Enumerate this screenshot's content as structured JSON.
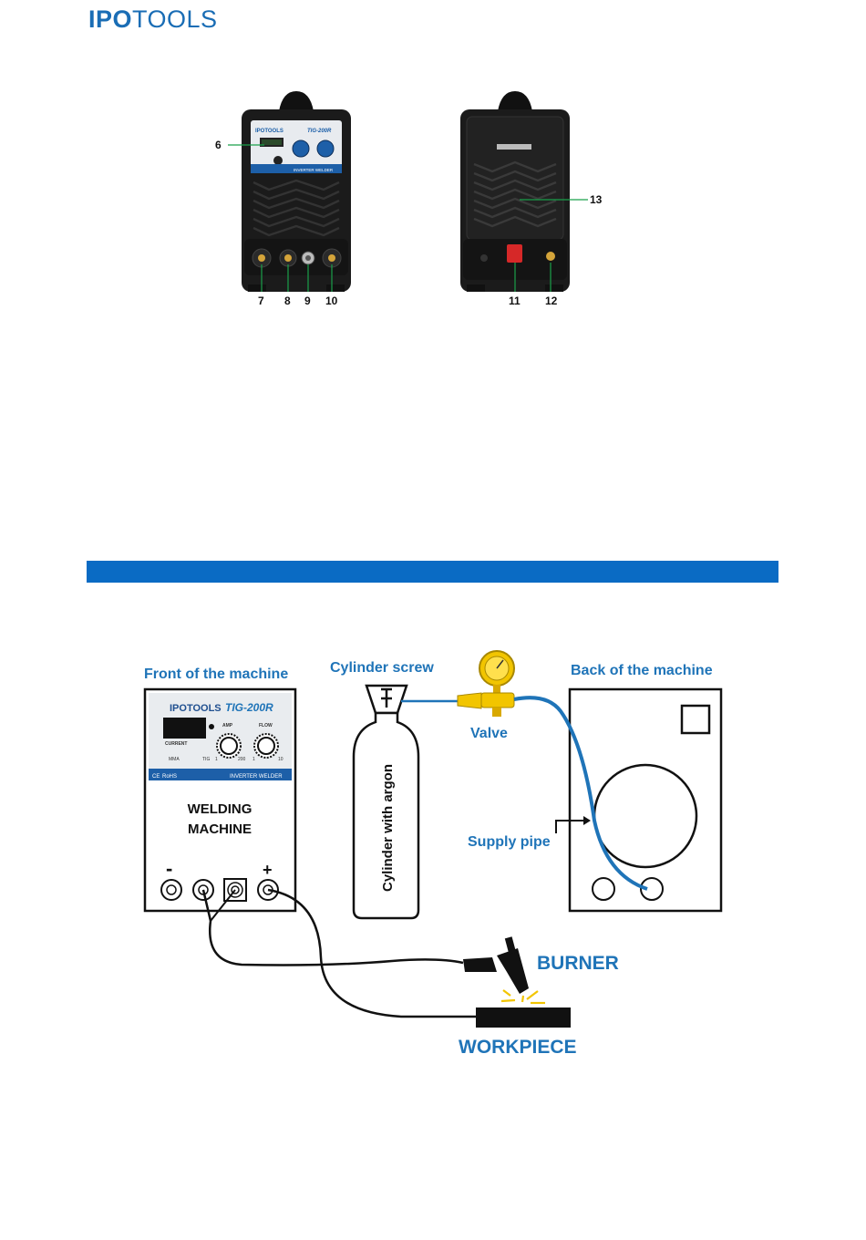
{
  "header": {
    "brand_bold": "IPO",
    "brand_light": "TOOLS"
  },
  "front_panel": {
    "brand": "IPOTOOLS",
    "model": "TIG-200R",
    "labels": {
      "amp": "AMP",
      "flow": "FLOW",
      "current": "CURRENT",
      "mma": "MMA",
      "tig": "TIG",
      "rohs": "RoHS",
      "inverter_welder": "INVERTER  WELDER"
    }
  },
  "callouts": [
    "6",
    "7",
    "8",
    "9",
    "10",
    "11",
    "12",
    "13"
  ],
  "diagram": {
    "front_title": "Front of the machine",
    "cylinder_screw": "Cylinder screw",
    "back_title": "Back of the machine",
    "valve": "Valve",
    "supply_pipe": "Supply pipe",
    "cylinder": "Cylinder with argon",
    "machine_line1": "WELDING",
    "machine_line2": "MACHINE",
    "minus": "-",
    "plus": "+",
    "burner": "BURNER",
    "workpiece": "WORKPIECE",
    "panel_brand": "IPOTOOLS",
    "panel_model": "TIG-200R",
    "panel_amp": "AMP",
    "panel_flow": "FLOW",
    "panel_current": "CURRENT",
    "panel_mma": "MMA",
    "panel_tig": "TIG",
    "panel_rohs": "RoHS",
    "panel_inverter": "INVERTER  WELDER",
    "dial_min_amp": "1",
    "dial_max_amp": "200",
    "dial_min_flow": "1",
    "dial_max_flow": "10"
  },
  "colors": {
    "accent_blue": "#0a6bc4",
    "label_blue": "#1f74b8",
    "machine_black": "#1b1b1b",
    "valve_yellow": "#f2c500"
  }
}
